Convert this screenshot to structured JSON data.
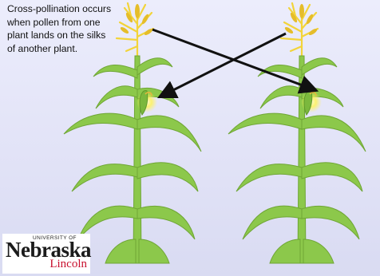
{
  "caption": {
    "lines": [
      "Cross-pollination occurs",
      "when pollen from one",
      "plant lands on the silks",
      "of another plant."
    ]
  },
  "logo": {
    "top_line": "UNIVERSITY OF",
    "main_word": "Nebraska",
    "sub_word": "Lincoln"
  },
  "colors": {
    "background": "#e6e7fa",
    "leaf": "#8cc84b",
    "tassel": "#f2d43a",
    "arrow": "#111111",
    "ear_glow": "#fff35a",
    "logo_red": "#c8102e"
  }
}
